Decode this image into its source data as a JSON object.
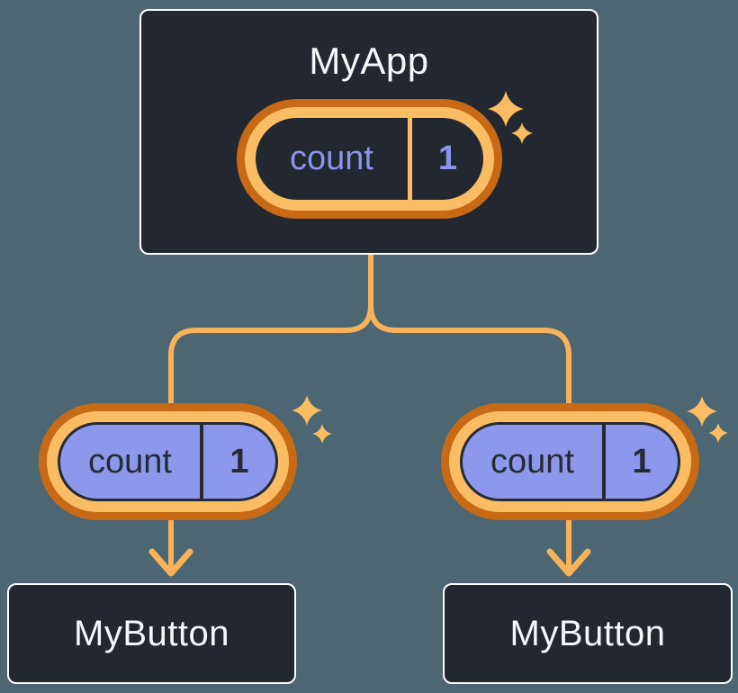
{
  "root": {
    "title": "MyApp",
    "state": {
      "label": "count",
      "value": "1"
    }
  },
  "children": [
    {
      "title": "MyButton",
      "state": {
        "label": "count",
        "value": "1"
      }
    },
    {
      "title": "MyButton",
      "state": {
        "label": "count",
        "value": "1"
      }
    }
  ],
  "colors": {
    "background": "#4C6771",
    "node_fill": "#23272F",
    "node_border": "#FFFFFF",
    "node_text": "#F6F7F9",
    "pill_ring_outer": "#C76A15",
    "pill_ring_inner": "#FBBD64",
    "pill_fill_root": "#23272F",
    "pill_fill_child": "#8B98EC",
    "pill_text_root": "#8A94EA",
    "pill_text_child": "#262B33",
    "connector_line": "#F7B25A",
    "sparkle": "#FBBD64"
  }
}
